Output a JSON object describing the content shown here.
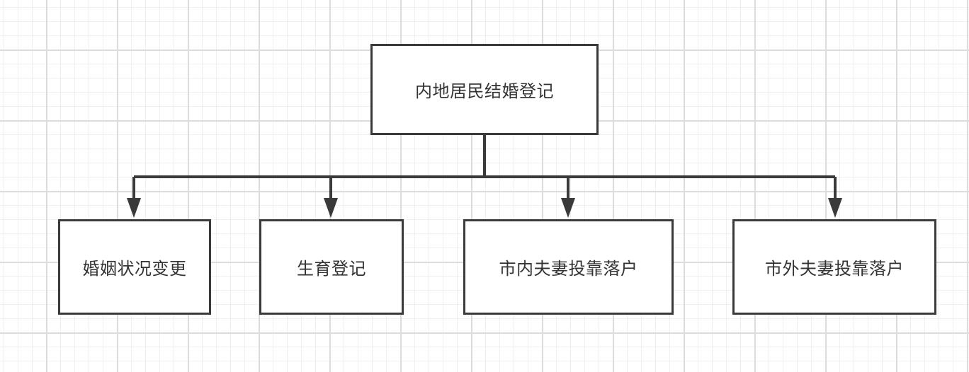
{
  "diagram": {
    "type": "tree",
    "root": {
      "label": "内地居民结婚登记"
    },
    "children": [
      {
        "label": "婚姻状况变更"
      },
      {
        "label": "生育登记"
      },
      {
        "label": "市内夫妻投靠落户"
      },
      {
        "label": "市外夫妻投靠落户"
      }
    ],
    "colors": {
      "stroke": "#3a3a3a",
      "text": "#333333",
      "grid": "#dcdcdc"
    }
  }
}
